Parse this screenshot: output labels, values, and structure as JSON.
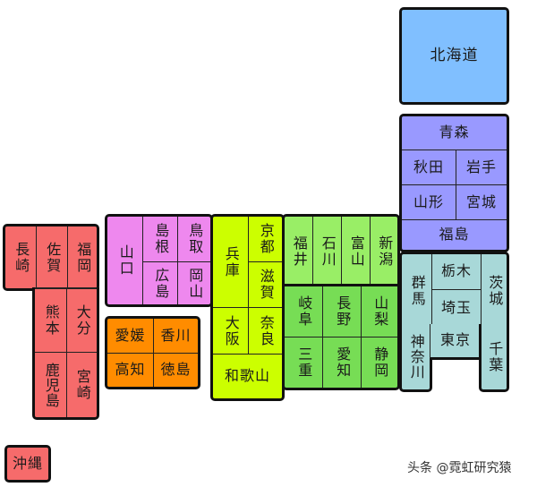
{
  "regions": {
    "hokkaido": {
      "color": "#80BFFF",
      "prefs": [
        "北海道"
      ]
    },
    "tohoku": {
      "color": "#9999FF",
      "prefs": [
        "青森",
        "秋田",
        "岩手",
        "山形",
        "宮城",
        "福島"
      ]
    },
    "kanto": {
      "color": "#A8D8D8",
      "prefs": [
        "群馬",
        "栃木",
        "埼玉",
        "茨城",
        "神奈川",
        "東京",
        "千葉"
      ]
    },
    "chubu_north": {
      "color": "#99EE66",
      "prefs": [
        "福井",
        "石川",
        "富山",
        "新潟"
      ]
    },
    "chubu_south": {
      "color": "#77DD55",
      "prefs": [
        "岐阜",
        "長野",
        "山梨",
        "三重",
        "愛知",
        "静岡"
      ]
    },
    "kinki": {
      "color": "#CCFF00",
      "prefs": [
        "兵庫",
        "京都",
        "滋賀",
        "大阪",
        "奈良",
        "和歌山"
      ]
    },
    "chugoku": {
      "color": "#EE88EE",
      "prefs": [
        "山口",
        "島根",
        "鳥取",
        "広島",
        "岡山"
      ]
    },
    "shikoku": {
      "color": "#FF8C00",
      "prefs": [
        "愛媛",
        "香川",
        "高知",
        "徳島"
      ]
    },
    "kyushu": {
      "color": "#F66B6B",
      "prefs": [
        "長崎",
        "佐賀",
        "福岡",
        "熊本",
        "大分",
        "鹿児島",
        "宮崎"
      ]
    },
    "okinawa": {
      "color": "#F66B6B",
      "prefs": [
        "沖縄"
      ]
    }
  },
  "watermark": "头条 @霓虹研究猿"
}
